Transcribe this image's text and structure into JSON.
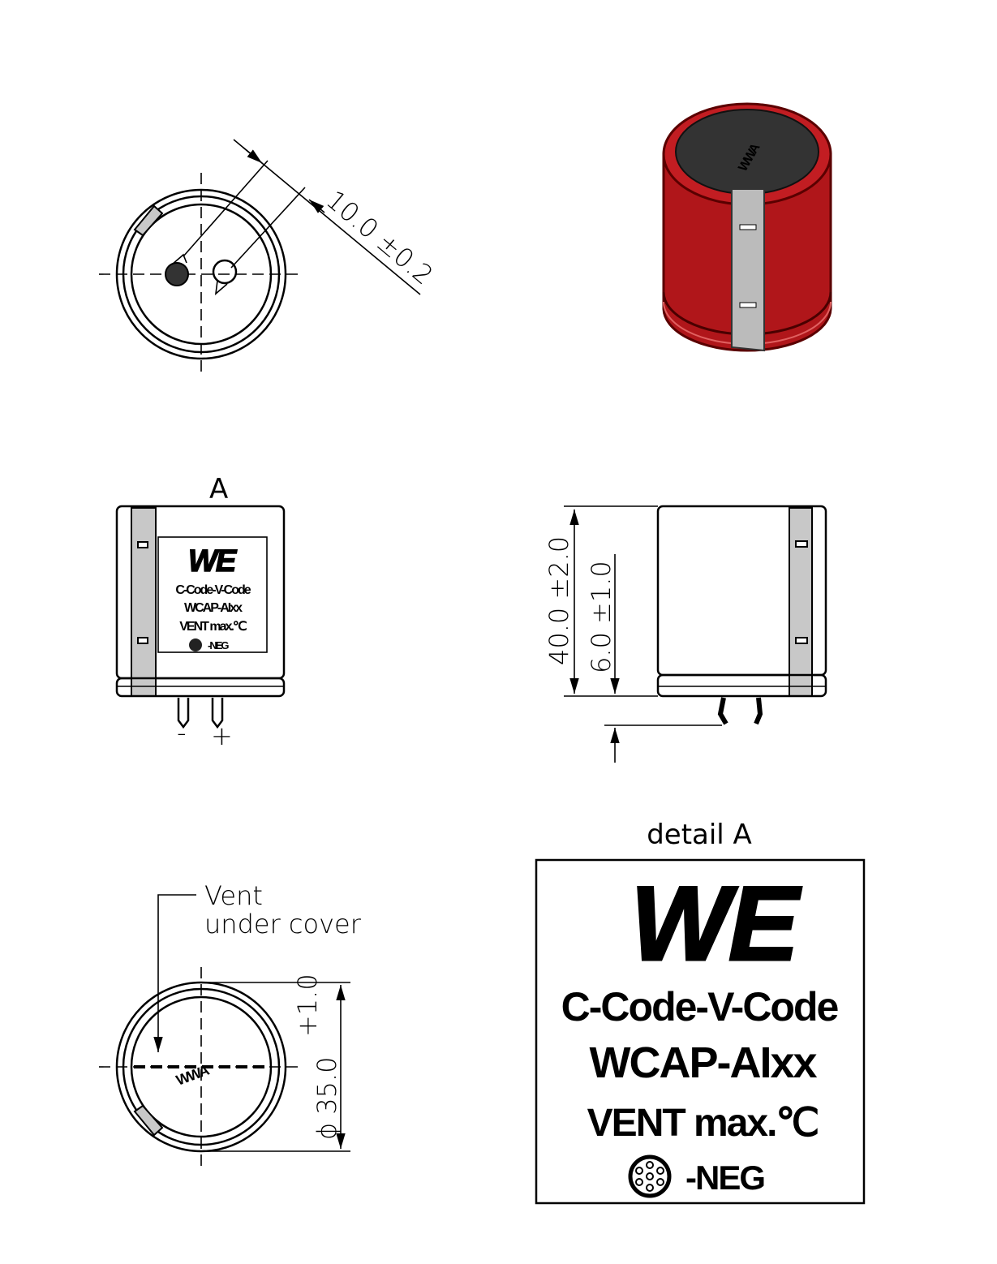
{
  "top_view": {
    "pitch_dimension": "10.0 ±0.2"
  },
  "front_view": {
    "detail_marker": "A",
    "logo": "WE",
    "label_lines": [
      "C-Code-V-Code",
      "WCAP-AIxx",
      "VENT max.℃",
      "-NEG"
    ],
    "polarity_negative": "-",
    "polarity_positive": "+"
  },
  "side_view": {
    "height_dimension": "40.0 ±2.0",
    "lead_dimension": "6.0 ±1.0"
  },
  "bottom_view": {
    "vent_label_line1": "Vent",
    "vent_label_line2": "under cover",
    "diameter_dimension": "ϕ 35.0",
    "diameter_tolerance": "+1.0"
  },
  "detail": {
    "title": "detail A",
    "logo": "WE",
    "line1": "C-Code-V-Code",
    "line2": "WCAP-AIxx",
    "line3": "VENT max.℃",
    "line4": "-NEG"
  },
  "colors": {
    "sleeve": "#b0161a",
    "top_disk": "#333333",
    "band": "#c8c8c8"
  }
}
